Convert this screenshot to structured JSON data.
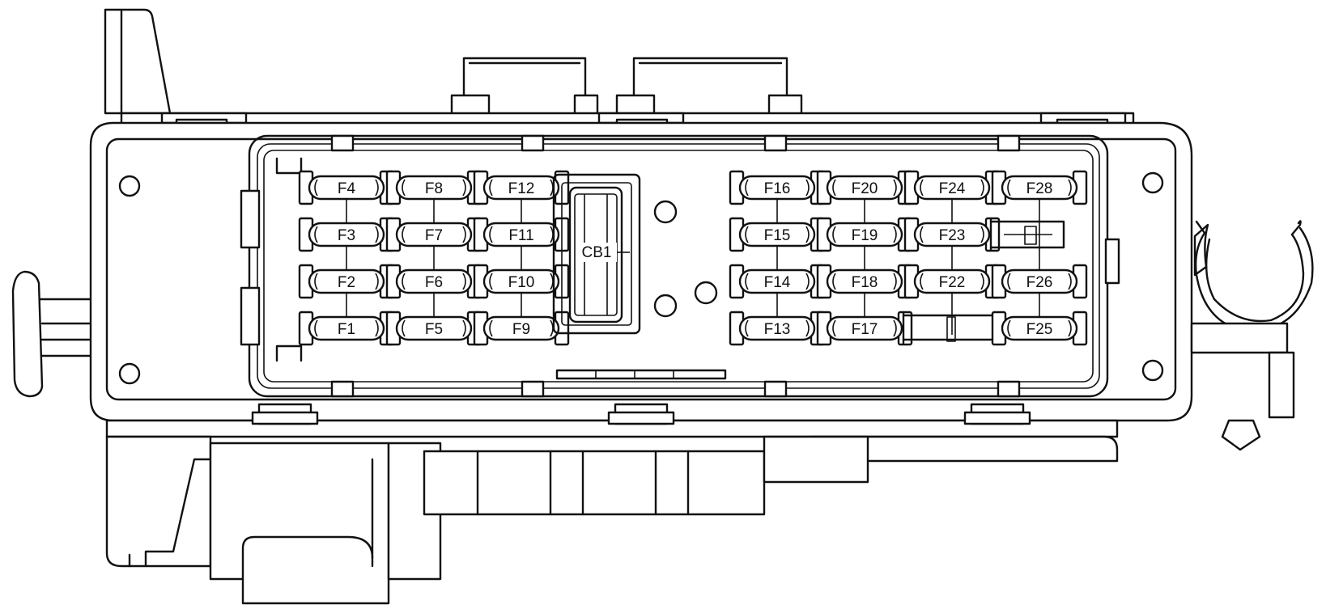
{
  "fuses_left": [
    {
      "row": [
        "F4",
        "F8",
        "F12"
      ]
    },
    {
      "row": [
        "F3",
        "F7",
        "F11"
      ]
    },
    {
      "row": [
        "F2",
        "F6",
        "F10"
      ]
    },
    {
      "row": [
        "F1",
        "F5",
        "F9"
      ]
    }
  ],
  "fuses_right": [
    {
      "row": [
        "F16",
        "F20",
        "F24",
        "F28"
      ]
    },
    {
      "row": [
        "F15",
        "F19",
        "F23",
        ""
      ]
    },
    {
      "row": [
        "F14",
        "F18",
        "F22",
        "F26"
      ]
    },
    {
      "row": [
        "F13",
        "F17",
        "",
        "F25"
      ]
    }
  ],
  "breaker": {
    "label": "CB1"
  }
}
